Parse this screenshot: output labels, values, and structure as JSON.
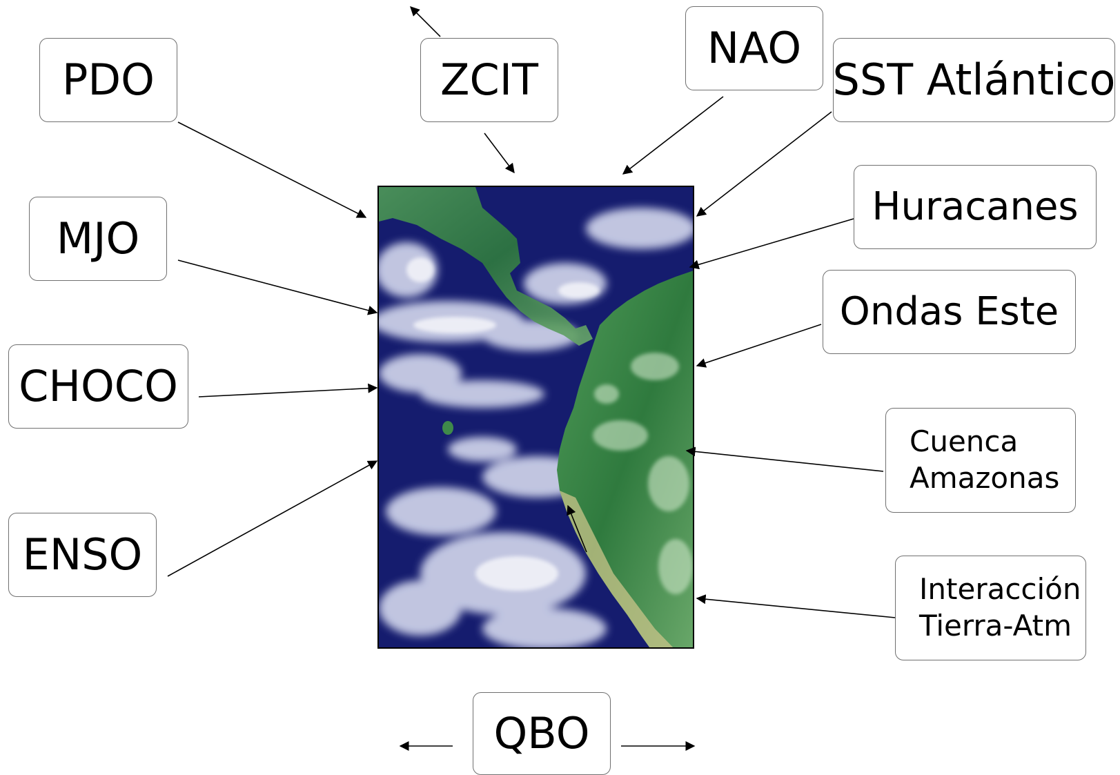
{
  "labels": {
    "pdo": "PDO",
    "zcit": "ZCIT",
    "nao": "NAO",
    "sst": "SST Atlántico",
    "mjo": "MJO",
    "huracanes": "Huracanes",
    "ondas": "Ondas Este",
    "choco": "CHOCO",
    "cuenca": [
      "Cuenca",
      "Amazonas"
    ],
    "enso": "ENSO",
    "interaccion": [
      "Interacción",
      "Tierra-Atm"
    ],
    "qbo": "QBO"
  },
  "colors": {
    "ocean": "#151c6e",
    "land": "#3f8a4a",
    "coast": "#c9c48a",
    "clouds": "#dfe3f5",
    "box_border": "#6f6f6f",
    "arrow": "#000000"
  }
}
